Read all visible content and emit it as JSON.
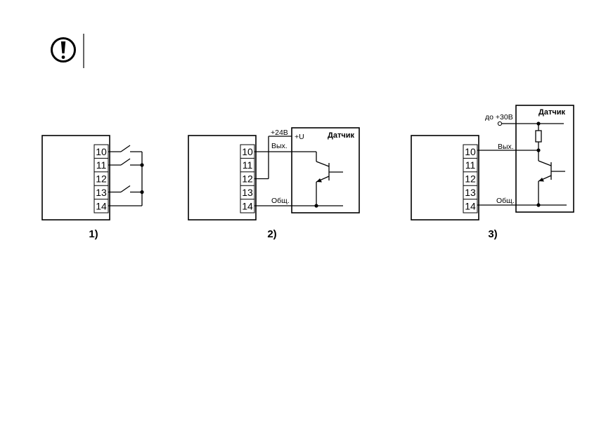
{
  "diagrams": [
    {
      "terminals": [
        "10",
        "11",
        "12",
        "13",
        "14"
      ],
      "caption": "1)"
    },
    {
      "terminals": [
        "10",
        "11",
        "12",
        "13",
        "14"
      ],
      "caption": "2)",
      "supply": "+24В",
      "plus_u": "+U",
      "out": "Вых.",
      "common": "Общ.",
      "sensor": "Датчик"
    },
    {
      "terminals": [
        "10",
        "11",
        "12",
        "13",
        "14"
      ],
      "caption": "3)",
      "supply": "до +30В",
      "out": "Вых.",
      "common": "Общ.",
      "sensor": "Датчик"
    }
  ],
  "icons": {
    "warning": "exclamation-circle-icon"
  }
}
